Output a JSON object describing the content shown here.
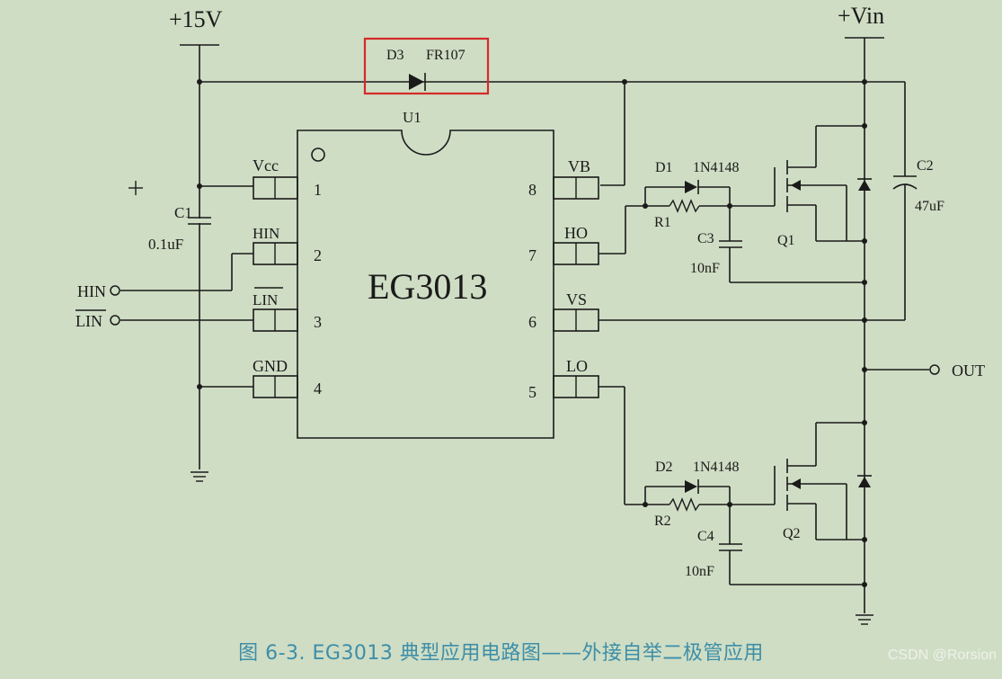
{
  "rails": {
    "v15": "+15V",
    "vin": "+Vin"
  },
  "ic": {
    "ref": "U1",
    "part": "EG3013",
    "pins_left": [
      {
        "num": "1",
        "name": "Vcc"
      },
      {
        "num": "2",
        "name": "HIN"
      },
      {
        "num": "3",
        "name": "LIN"
      },
      {
        "num": "4",
        "name": "GND"
      }
    ],
    "pins_right": [
      {
        "num": "8",
        "name": "VB"
      },
      {
        "num": "7",
        "name": "HO"
      },
      {
        "num": "6",
        "name": "VS"
      },
      {
        "num": "5",
        "name": "LO"
      }
    ]
  },
  "bootstrap_diode": {
    "ref": "D3",
    "part": "FR107",
    "highlight_color": "#d42a2a"
  },
  "components": {
    "c1": {
      "ref": "C1",
      "value": "0.1uF"
    },
    "c2": {
      "ref": "C2",
      "value": "47uF"
    },
    "c3": {
      "ref": "C3",
      "value": "10nF"
    },
    "c4": {
      "ref": "C4",
      "value": "10nF"
    },
    "d1": {
      "ref": "D1",
      "part": "1N4148"
    },
    "d2": {
      "ref": "D2",
      "part": "1N4148"
    },
    "r1": {
      "ref": "R1"
    },
    "r2": {
      "ref": "R2"
    },
    "q1": {
      "ref": "Q1"
    },
    "q2": {
      "ref": "Q2"
    }
  },
  "inputs": {
    "hin": "HIN",
    "lin": "LIN"
  },
  "output": {
    "label": "OUT"
  },
  "caption": "图 6-3. EG3013 典型应用电路图——外接自举二极管应用",
  "watermark": "CSDN @Rorsion",
  "colors": {
    "background": "#cfddc4",
    "caption": "#3d8ea8",
    "line": "#1a1a1a"
  }
}
